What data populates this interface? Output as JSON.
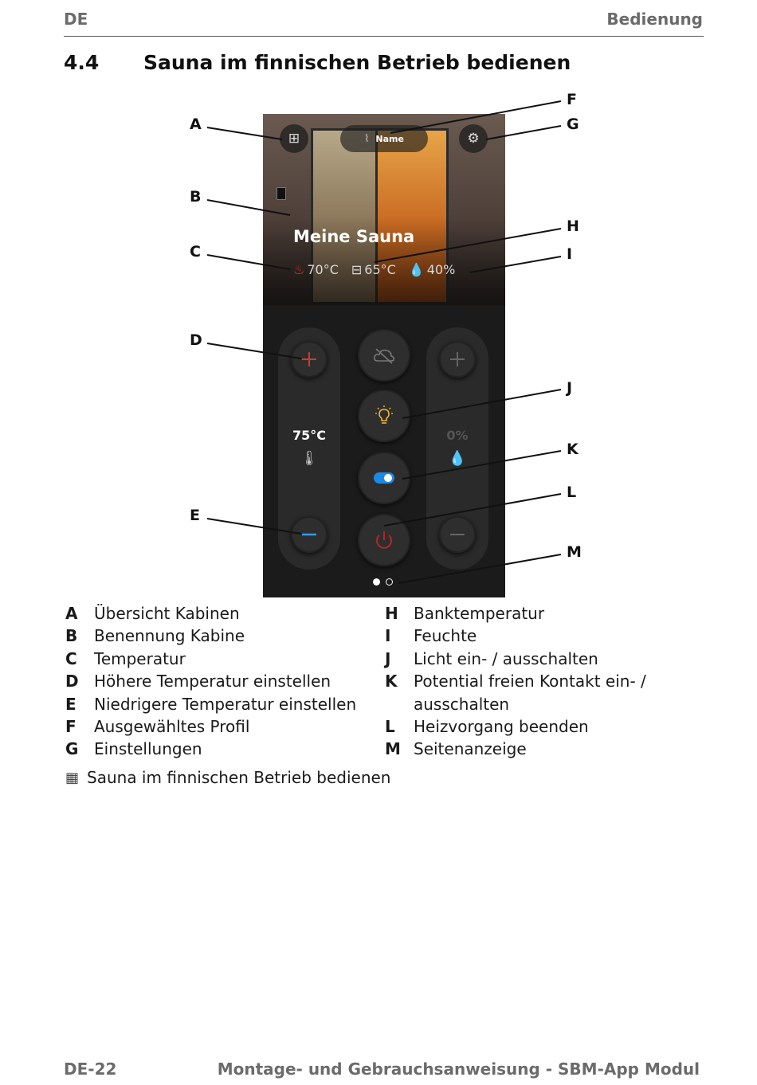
{
  "header": {
    "left": "DE",
    "right": "Bedienung"
  },
  "section": {
    "number": "4.4",
    "title": "Sauna im finnischen Betrieb bedienen"
  },
  "screen": {
    "profile_name": "Name",
    "cabin_name": "Meine Sauna",
    "temp_reading": "70°C",
    "bench_reading": "65°C",
    "humidity_reading": "40%",
    "set_temperature": "75°C",
    "set_humidity": "0%",
    "page_index": "1 of 2",
    "colors": {
      "heat": "#d23a2a",
      "light": "#f2b233",
      "toggle": "#1e88e5",
      "minus": "#2a9df4"
    },
    "icons": [
      "grid-icon",
      "lounger-icon",
      "gear-icon",
      "heater-icon",
      "bench-icon",
      "humidity-icon",
      "plus-icon",
      "cloud-off-icon",
      "bulb-icon",
      "toggle-icon",
      "power-icon",
      "minus-icon",
      "thermometer-icon",
      "drop-percent-icon"
    ]
  },
  "callouts": [
    "A",
    "B",
    "C",
    "D",
    "E",
    "F",
    "G",
    "H",
    "I",
    "J",
    "K",
    "L",
    "M"
  ],
  "legend_left": [
    {
      "key": "A",
      "text": "Übersicht Kabinen"
    },
    {
      "key": "B",
      "text": "Benennung Kabine"
    },
    {
      "key": "C",
      "text": "Temperatur"
    },
    {
      "key": "D",
      "text": "Höhere Temperatur einstellen"
    },
    {
      "key": "E",
      "text": "Niedrigere Temperatur einstellen"
    },
    {
      "key": "F",
      "text": "Ausgewähltes Profil"
    },
    {
      "key": "G",
      "text": "Einstellungen"
    }
  ],
  "legend_right": [
    {
      "key": "H",
      "text": "Banktemperatur"
    },
    {
      "key": "I",
      "text": "Feuchte"
    },
    {
      "key": "J",
      "text": "Licht ein- / ausschalten"
    },
    {
      "key": "K",
      "text": "Potential freien Kontakt ein- /"
    },
    {
      "key": "",
      "text": "ausschalten"
    },
    {
      "key": "L",
      "text": "Heizvorgang beenden"
    },
    {
      "key": "M",
      "text": "Seitenanzeige"
    }
  ],
  "caption": "Sauna im finnischen Betrieb bedienen",
  "footer": {
    "left": "DE-22",
    "right": "Montage- und Gebrauchsanweisung - SBM-App Modul"
  }
}
